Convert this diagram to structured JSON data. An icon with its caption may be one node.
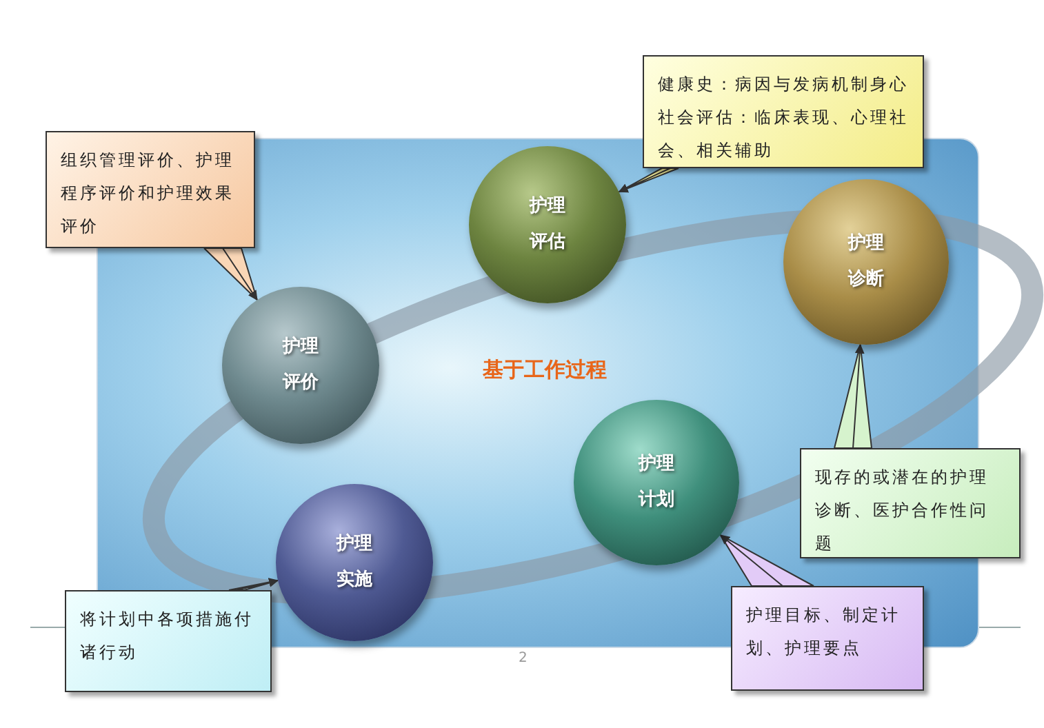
{
  "diagram": {
    "nodes": [
      {
        "text": [
          "护理评价"
        ]
      },
      {
        "text": [
          "护理评估"
        ]
      },
      {
        "text": [
          "护理诊断"
        ]
      },
      {
        "text": [
          "护理计划"
        ]
      },
      {
        "text": [
          "护理实施"
        ]
      },
      {
        "text": [
          "组织管理评价、护理程序评价和护理效果评价"
        ]
      },
      {
        "text": [
          "健康史：病因与发病机制身心社会评估：临床表现、心理社会、相关辅助"
        ]
      },
      {
        "text": [
          "现存的或潜在的护理诊断、医护合作性问题"
        ]
      },
      {
        "text": [
          "将计划中各项措施付诸行动"
        ]
      },
      {
        "text": [
          "护理目标、制定计划、护理要点"
        ]
      }
    ],
    "edges": [
      {
        "from": 5,
        "to": 0,
        "arrow": "to"
      },
      {
        "from": 6,
        "to": 1,
        "arrow": "to"
      },
      {
        "from": 7,
        "to": 2,
        "arrow": "to"
      },
      {
        "from": 8,
        "to": 4,
        "arrow": "to"
      },
      {
        "from": 9,
        "to": 3,
        "arrow": "to"
      }
    ],
    "labels": [
      "基于工作过程",
      "2"
    ]
  }
}
